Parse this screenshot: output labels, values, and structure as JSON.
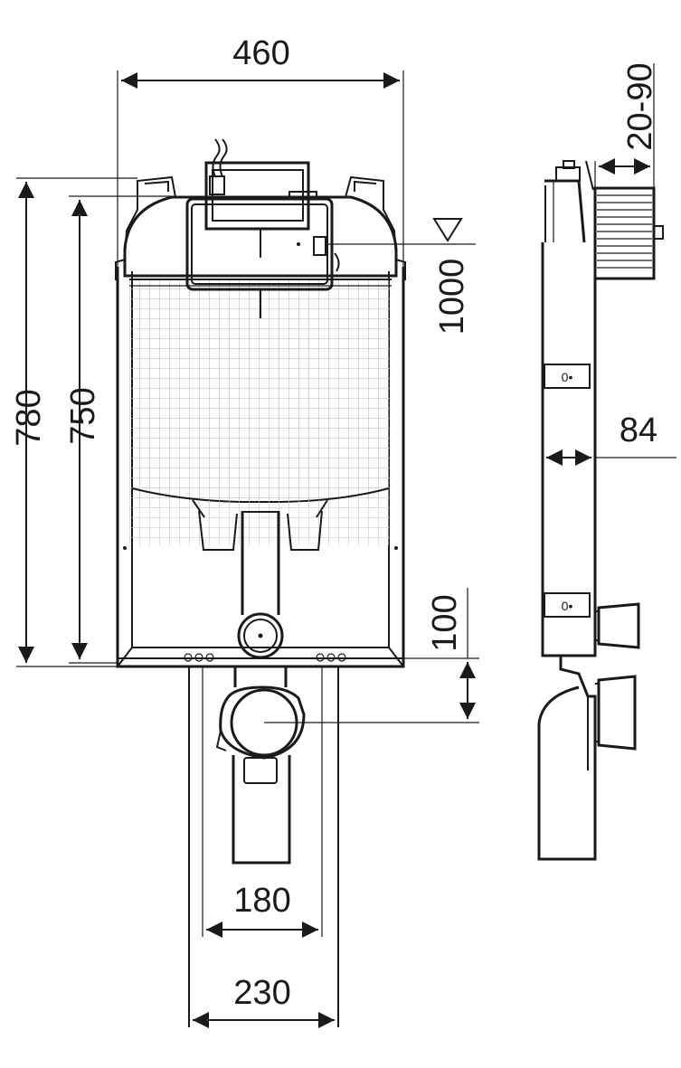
{
  "dimensions": {
    "width_overall": "460",
    "height_total": "780",
    "height_frame": "750",
    "height_reference": "1000",
    "wall_thickness": "20-90",
    "depth": "84",
    "outlet_height": "100",
    "rail_inner_width": "180",
    "rail_outer_width": "230"
  },
  "markers": {
    "level_marker": "▽",
    "side_marker_upper": "0•",
    "side_marker_lower": "0•"
  },
  "colors": {
    "line": "#1a1a1a",
    "grid": "#c4c4c4",
    "background": "#ffffff"
  }
}
